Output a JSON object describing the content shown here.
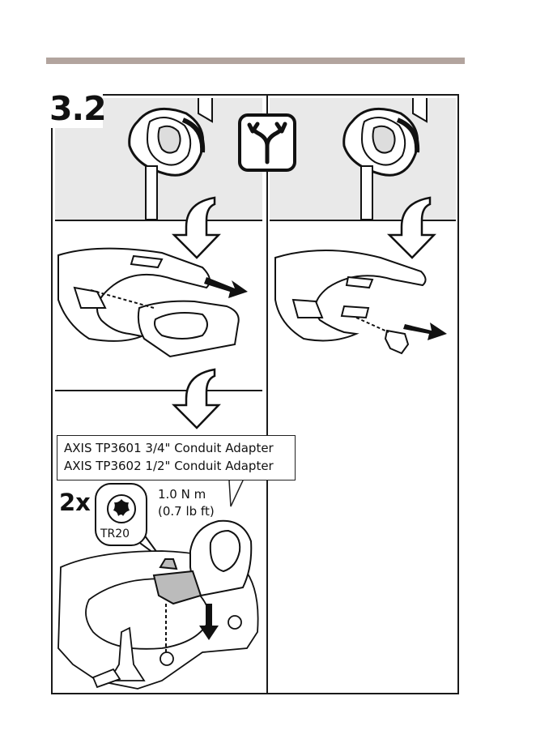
{
  "step": {
    "number": "3.2"
  },
  "callout": {
    "line1": "AXIS TP3601 3/4\" Conduit Adapter",
    "line2": "AXIS TP3602 1/2\" Conduit Adapter"
  },
  "fastening": {
    "quantity": "2x",
    "bit": "TR20",
    "torque_nm": "1.0 N m",
    "torque_lbft": "(0.7 lb ft)"
  },
  "icons": {
    "choice": "split-path-icon",
    "torx": "torx-bit-icon",
    "down_arrow": "down-arrow-icon",
    "removal_arrow": "removal-arrow-icon"
  },
  "colors": {
    "accent_bar": "#b2a49e",
    "panel_gray": "#e9e9e9",
    "line": "#1a1a1a"
  }
}
